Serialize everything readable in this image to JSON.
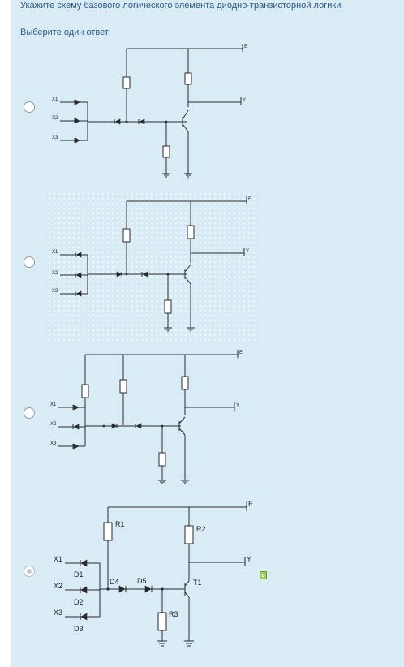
{
  "question": {
    "text": "Укажите схему базового логического элемента диодно-транзисторной логики",
    "prompt": "Выберите один ответ:"
  },
  "options": [
    {
      "selected": false,
      "labels": {
        "e": "E",
        "y": "Y",
        "x1": "X1",
        "x2": "X2",
        "x3": "X3"
      }
    },
    {
      "selected": false,
      "labels": {
        "e": "E",
        "y": "Y",
        "x1": "X1",
        "x2": "X2",
        "x3": "X3"
      }
    },
    {
      "selected": false,
      "labels": {
        "e": "E",
        "y": "Y",
        "x1": "X1",
        "x2": "X2",
        "x3": "X3"
      }
    },
    {
      "selected": true,
      "labels": {
        "e": "E",
        "y": "Y",
        "x1": "X1",
        "x2": "X2",
        "x3": "X3",
        "r1": "R1",
        "r2": "R2",
        "r3": "R3",
        "d1": "D1",
        "d2": "D2",
        "d3": "D3",
        "d4": "D4",
        "d5": "D5",
        "t1": "T1"
      }
    }
  ],
  "colors": {
    "panel": "#d9ecf6",
    "text": "#2b5a86",
    "wire": "#2a2a2a",
    "correct_icon": "#9ccc65"
  },
  "icons": {
    "radio": "radio-button",
    "correct": "check-icon"
  }
}
